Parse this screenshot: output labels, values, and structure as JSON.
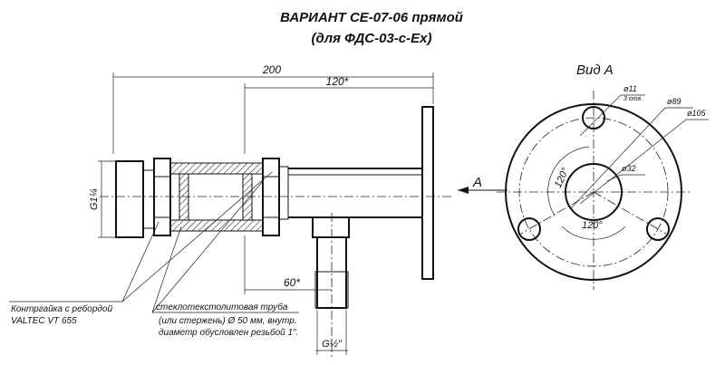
{
  "title": {
    "line1": "ВАРИАНТ  СЕ-07-06 прямой",
    "line2": "(для ФДС-03-с-Ех)"
  },
  "side_view": {
    "dim_total": "200",
    "dim_pipe": "120*",
    "dim_offset": "60*",
    "thread_main": "G1¼",
    "thread_side": "G½\"",
    "view_arrow": "A",
    "note_nut_line1": "Контргайка с ребордой",
    "note_nut_line2": "VALTEC VT 655",
    "note_tube_line1": "стеклотекстолитовая труба",
    "note_tube_line2": "(или стержень) Ø 50 мм, внутр.",
    "note_tube_line3": "диаметр обусловлен резьбой  1\"."
  },
  "front_view": {
    "title": "Вид А",
    "hole_dia": "ø11",
    "hole_count": "3 отв.",
    "bolt_circle": "ø89",
    "outer_dia": "ø105",
    "inner_dia": "ø32",
    "angle_1": "120°",
    "angle_2": "120°"
  }
}
